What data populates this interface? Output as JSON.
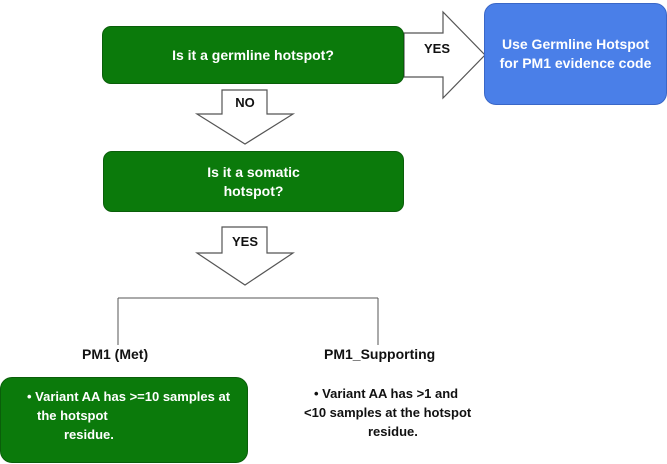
{
  "diagram": {
    "q1": "Is it a germline hotspot?",
    "yes_label": "YES",
    "result_box_line1": "Use Germline Hotspot",
    "result_box_line2": "for PM1 evidence code",
    "no_label": "NO",
    "q2_line1": "Is it a somatic",
    "q2_line2": "hotspot?",
    "yes2_label": "YES",
    "left_branch": "PM1 (Met)",
    "right_branch": "PM1_Supporting",
    "left_criteria_line1": "• Variant AA has >=10 samples at",
    "left_criteria_line2": "the hotspot",
    "left_criteria_line3": "residue.",
    "right_criteria_line1": "• Variant AA has >1 and",
    "right_criteria_line2": "<10 samples at the hotspot",
    "right_criteria_line3": "residue.",
    "colors": {
      "green": "#0b7a0b",
      "blue": "#4a7fe8",
      "arrow_outline": "#555555"
    }
  }
}
